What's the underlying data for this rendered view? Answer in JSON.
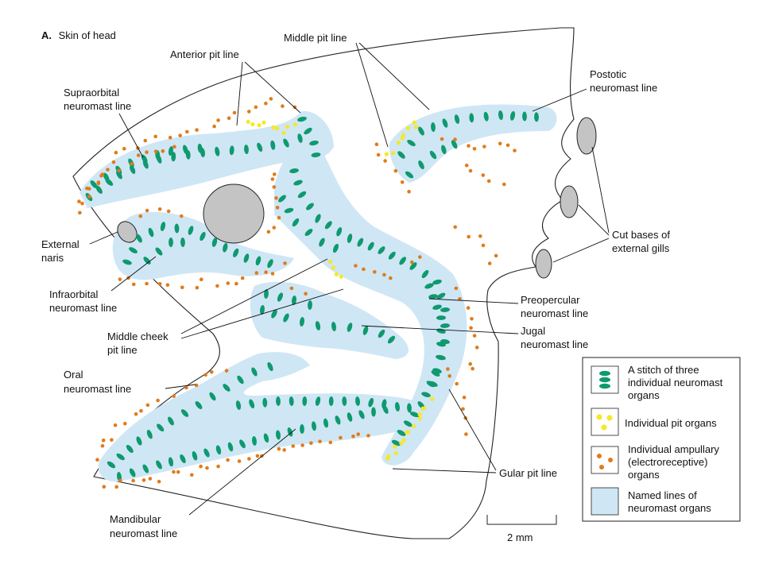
{
  "panel": {
    "letter": "A.",
    "title": "Skin of head"
  },
  "labels": {
    "middle_pit": "Middle pit line",
    "anterior_pit": "Anterior pit line",
    "postotic": [
      "Postotic",
      "neuromast line"
    ],
    "supraorbital": [
      "Supraorbital",
      "neuromast line"
    ],
    "external_naris": [
      "External",
      "naris"
    ],
    "infraorbital": [
      "Infraorbital",
      "neuromast line"
    ],
    "middle_cheek": [
      "Middle cheek",
      "pit line"
    ],
    "oral": [
      "Oral",
      "neuromast line"
    ],
    "mandibular": [
      "Mandibular",
      "neuromast line"
    ],
    "preopercular": [
      "Preopercular",
      "neuromast line"
    ],
    "jugal": [
      "Jugal",
      "neuromast line"
    ],
    "gular": "Gular pit line",
    "gills": [
      "Cut bases of",
      "external gills"
    ]
  },
  "scale": {
    "label": "2 mm"
  },
  "legend": [
    {
      "symbol": "stitch",
      "lines": [
        "A stitch of three",
        "individual neuromast",
        "organs"
      ]
    },
    {
      "symbol": "pit",
      "lines": [
        "Individual pit organs"
      ]
    },
    {
      "symbol": "ampullary",
      "lines": [
        "Individual ampullary",
        "(electroreceptive)",
        "organs"
      ]
    },
    {
      "symbol": "band",
      "lines": [
        "Named lines of",
        "neuromast organs"
      ]
    }
  ],
  "colors": {
    "band": "#cfe6f5",
    "neuromast": "#0e9a6e",
    "pit": "#f4e82a",
    "ampullary": "#e07b1a",
    "eye": "#c4c4c4",
    "outline": "#222222"
  }
}
